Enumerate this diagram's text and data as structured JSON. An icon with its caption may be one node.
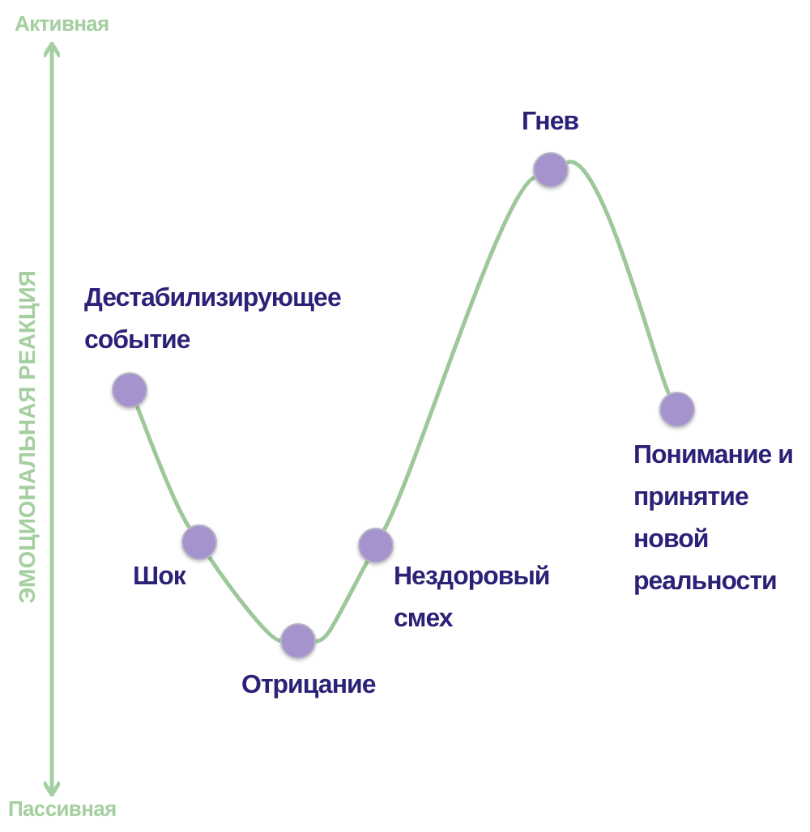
{
  "diagram": {
    "nodes": [
      {
        "text": [
          "Дестабилизирующее событие"
        ]
      },
      {
        "text": [
          "Шок"
        ]
      },
      {
        "text": [
          "Отрицание"
        ]
      },
      {
        "text": [
          "Нездоровый смех"
        ]
      },
      {
        "text": [
          "Гнев"
        ]
      },
      {
        "text": [
          "Понимание и принятие новой реальности"
        ]
      }
    ],
    "edges": [
      {
        "from": 0,
        "to": 1,
        "arrow": "none"
      },
      {
        "from": 1,
        "to": 2,
        "arrow": "none"
      },
      {
        "from": 2,
        "to": 3,
        "arrow": "none"
      },
      {
        "from": 3,
        "to": 4,
        "arrow": "none"
      },
      {
        "from": 4,
        "to": 5,
        "arrow": "none"
      }
    ],
    "labels": [
      "Активная",
      "ЭМОЦИОНАЛЬНАЯ РЕАКЦИЯ",
      "Пассивная"
    ]
  }
}
